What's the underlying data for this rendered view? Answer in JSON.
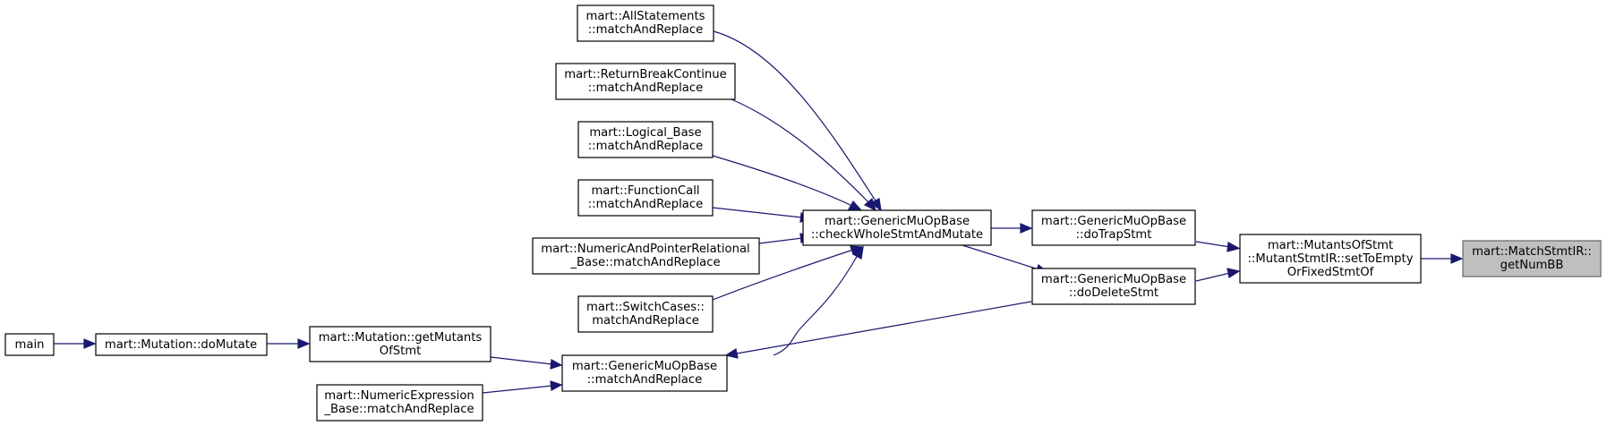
{
  "nodes": {
    "getNumBB": [
      "mart::MatchStmtIR::",
      "getNumBB"
    ],
    "setToEmpty": [
      "mart::MutantsOfStmt",
      "::MutantStmtIR::setToEmpty",
      "OrFixedStmtOf"
    ],
    "doTrapStmt": [
      "mart::GenericMuOpBase",
      "::doTrapStmt"
    ],
    "doDeleteStmt": [
      "mart::GenericMuOpBase",
      "::doDeleteStmt"
    ],
    "checkWhole": [
      "mart::GenericMuOpBase",
      "::checkWholeStmtAndMutate"
    ],
    "allStatements": [
      "mart::AllStatements",
      "::matchAndReplace"
    ],
    "returnBreak": [
      "mart::ReturnBreakContinue",
      "::matchAndReplace"
    ],
    "logicalBase": [
      "mart::Logical_Base",
      "::matchAndReplace"
    ],
    "functionCall": [
      "mart::FunctionCall",
      "::matchAndReplace"
    ],
    "numericPointer": [
      "mart::NumericAndPointerRelational",
      "_Base::matchAndReplace"
    ],
    "switchCases": [
      "mart::SwitchCases::",
      "matchAndReplace"
    ],
    "genericMatch": [
      "mart::GenericMuOpBase",
      "::matchAndReplace"
    ],
    "getMutants": [
      "mart::Mutation::getMutants",
      "OfStmt"
    ],
    "numericExpr": [
      "mart::NumericExpression",
      "_Base::matchAndReplace"
    ],
    "doMutate": [
      "mart::Mutation::doMutate"
    ],
    "main": [
      "main"
    ]
  },
  "colors": {
    "edge": "#191970",
    "highlight_fill": "#bfbfbf",
    "node_border": "#000000"
  }
}
